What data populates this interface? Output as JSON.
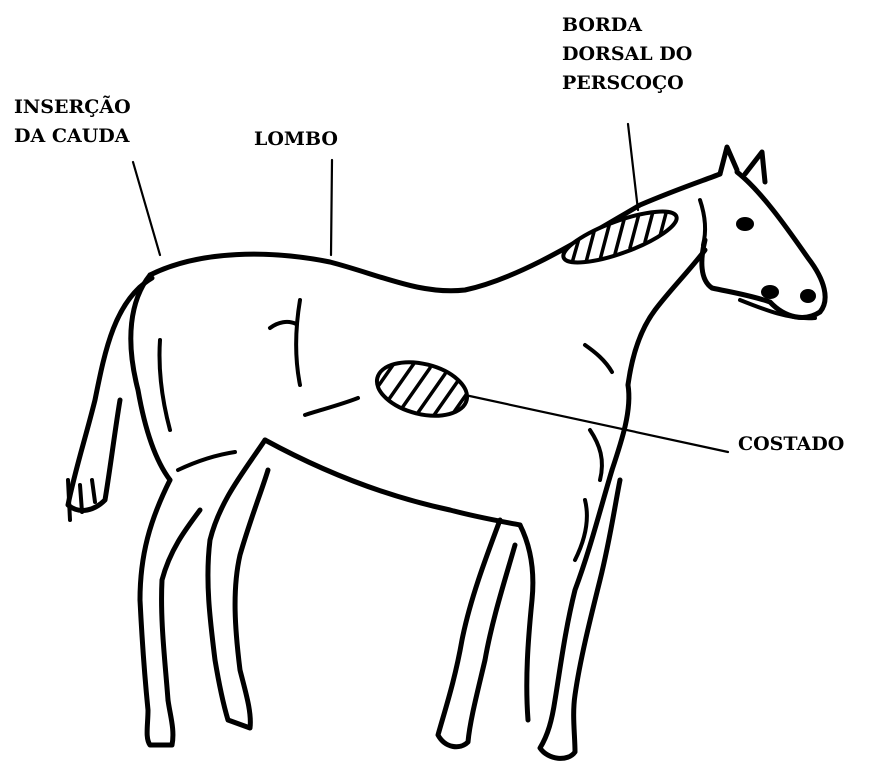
{
  "labels": {
    "insercao_cauda": [
      "INSERÇÃO",
      "DA CAUDA"
    ],
    "lombo": [
      "LOMBO"
    ],
    "borda_pescoco": [
      "BORDA",
      "DORSAL DO",
      "PERSCOÇO"
    ],
    "costado": [
      "COSTADO"
    ]
  },
  "colors": {
    "ink": "#000000",
    "background": "#ffffff"
  }
}
